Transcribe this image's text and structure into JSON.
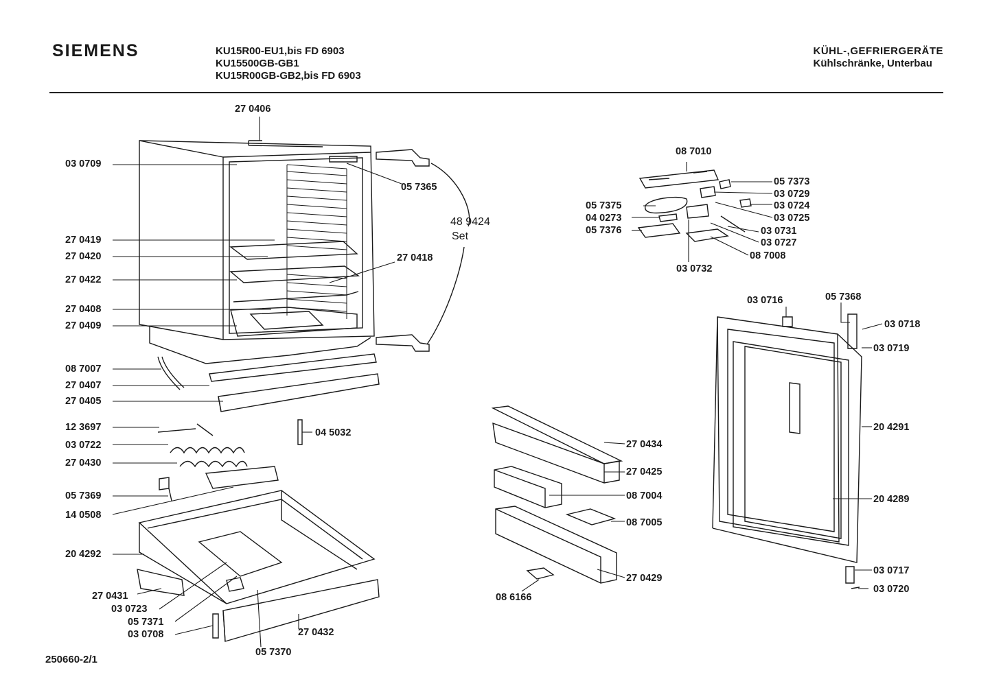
{
  "header": {
    "brand": "SIEMENS",
    "models": [
      "KU15R00-EU1,bis FD 6903",
      "KU15500GB-GB1",
      "KU15R00GB-GB2,bis FD 6903"
    ],
    "category_line1": "KÜHL-,GEFRIERGERÄTE",
    "category_line2": "Kühlschränke, Unterbau"
  },
  "footer": {
    "doc_number": "250660-2/1"
  },
  "set_label": {
    "number": "48 9424",
    "word": "Set"
  },
  "parts": {
    "p270406": "27 0406",
    "p030709": "03 0709",
    "p057365": "05 7365",
    "p270419": "27 0419",
    "p270420": "27 0420",
    "p270422": "27 0422",
    "p270418": "27 0418",
    "p270408": "27 0408",
    "p270409": "27 0409",
    "p087007": "08 7007",
    "p270407": "27 0407",
    "p270405": "27 0405",
    "p123697": "12 3697",
    "p030722": "03 0722",
    "p270430": "27 0430",
    "p045032": "04 5032",
    "p057369": "05 7369",
    "p140508": "14 0508",
    "p204292": "20 4292",
    "p270431": "27 0431",
    "p030723": "03 0723",
    "p057371": "05 7371",
    "p030708": "03 0708",
    "p270432": "27 0432",
    "p057370": "05 7370",
    "p087010": "08 7010",
    "p057373": "05 7373",
    "p030729": "03 0729",
    "p057375": "05 7375",
    "p030724": "03 0724",
    "p040273": "04 0273",
    "p030725": "03 0725",
    "p057376": "05 7376",
    "p030731": "03 0731",
    "p030727": "03 0727",
    "p087008": "08 7008",
    "p030732": "03 0732",
    "p030716": "03 0716",
    "p057368": "05 7368",
    "p030718": "03 0718",
    "p030719": "03 0719",
    "p204291": "20 4291",
    "p204289": "20 4289",
    "p030717": "03 0717",
    "p030720": "03 0720",
    "p270434": "27 0434",
    "p270425": "27 0425",
    "p087004": "08 7004",
    "p087005": "08 7005",
    "p270429": "27 0429",
    "p086166": "08 6166"
  }
}
